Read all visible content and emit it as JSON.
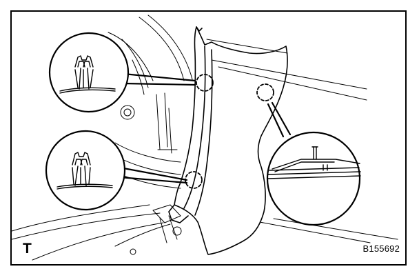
{
  "figure": {
    "view_label": "T",
    "figure_id": "B155692"
  },
  "illustration": {
    "subject": "pillar-trim-clip-removal",
    "callouts": [
      {
        "name": "upper-left-clip-detail",
        "icon": "clip-claw-icon"
      },
      {
        "name": "lower-left-clip-detail",
        "icon": "clip-claw-icon"
      },
      {
        "name": "right-clip-detail",
        "icon": "clip-guide-icon"
      }
    ],
    "clip_markers": 3,
    "line_color": "#000000",
    "background_color": "#ffffff"
  }
}
